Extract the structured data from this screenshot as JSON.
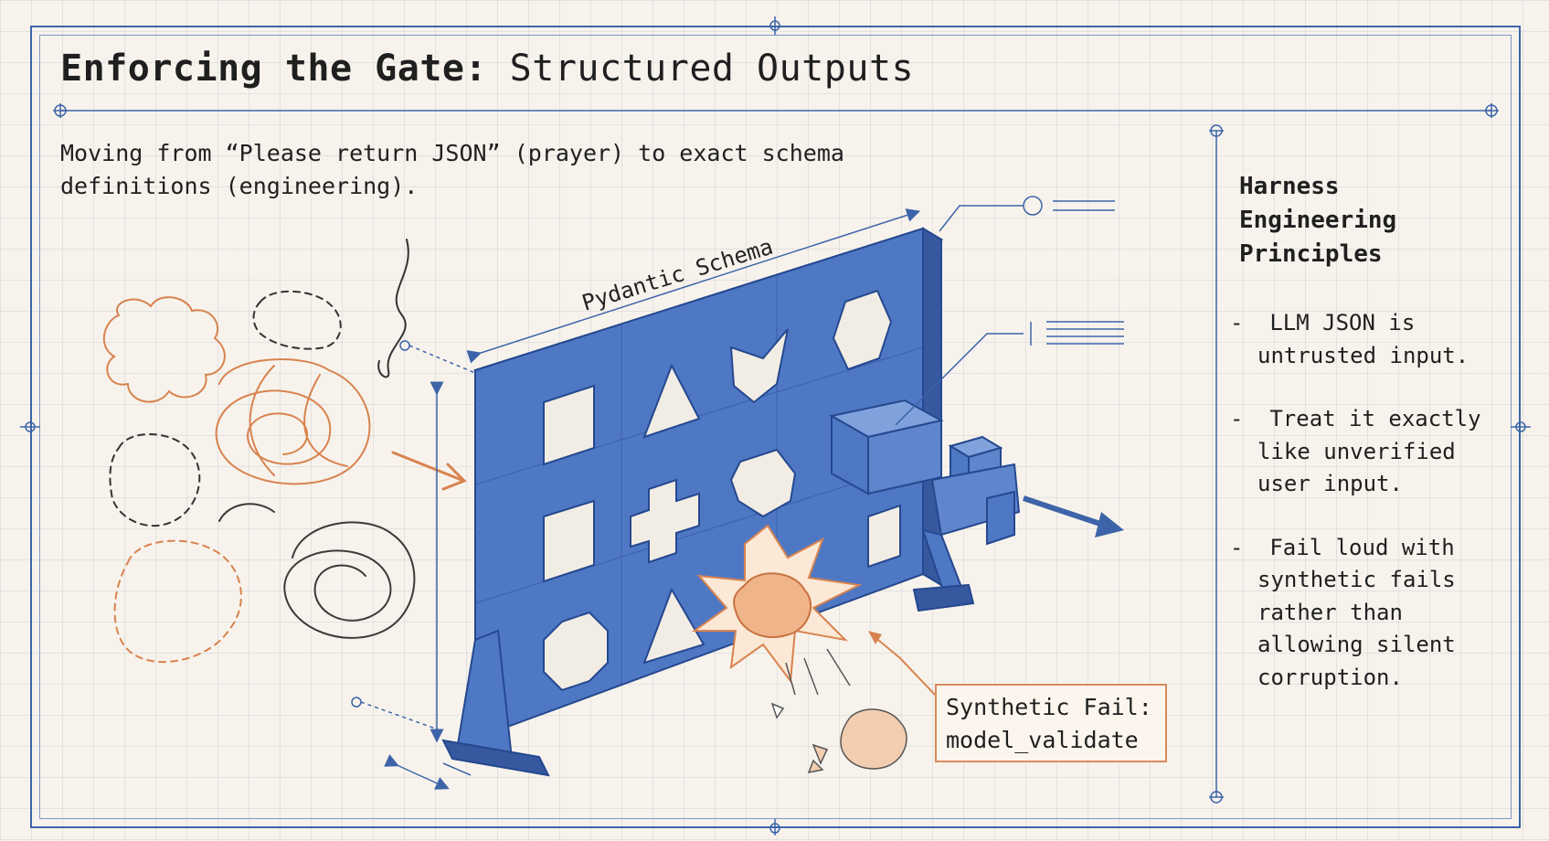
{
  "title": {
    "bold": "Enforcing the Gate:",
    "regular": "Structured Outputs"
  },
  "subtitle": "Moving from “Please return JSON” (prayer) to exact schema definitions (engineering).",
  "schema_label": "Pydantic Schema",
  "callout": {
    "line1": "Synthetic Fail:",
    "line2": "model_validate"
  },
  "sidebar": {
    "heading": "Harness Engineering Principles",
    "items": [
      "LLM JSON is untrusted input.",
      "Treat it exactly like unverified user input.",
      "Fail loud with synthetic fails rather than allowing silent corruption."
    ]
  },
  "colors": {
    "blueprint_blue": "#4f78c4",
    "blueprint_dark": "#25488f",
    "frame_line": "#3d64a8",
    "orange_sketch": "#d8834f",
    "ink_sketch": "#3b3b3b",
    "paper": "#f7f3ec"
  }
}
